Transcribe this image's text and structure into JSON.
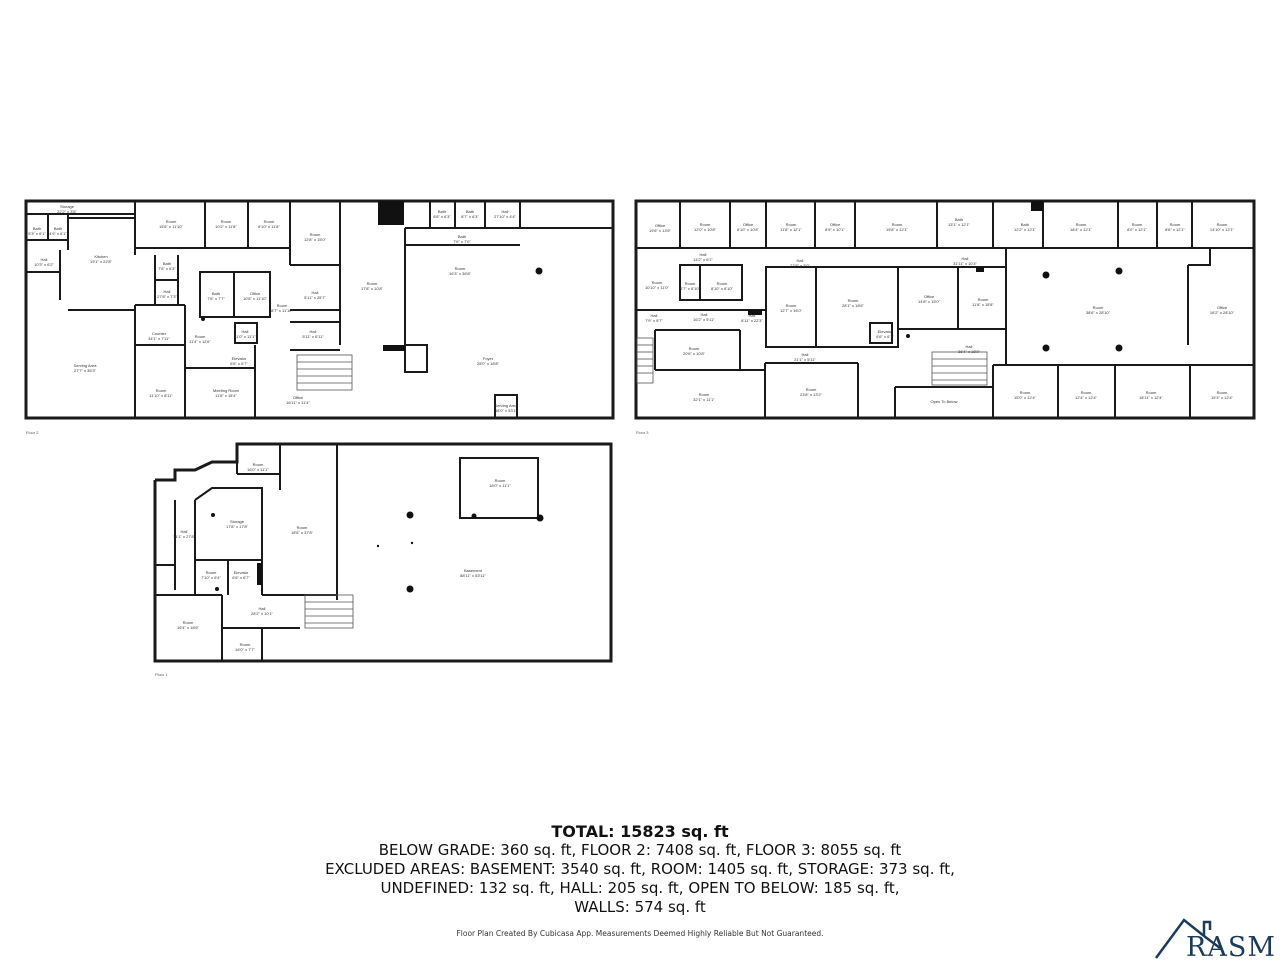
{
  "floors": {
    "floor2": {
      "label": "Floor 2",
      "rooms": [
        {
          "name": "Storage",
          "dims": "22'2\" x 3'6\""
        },
        {
          "name": "Bath",
          "dims": "5'3\" x 6'1\""
        },
        {
          "name": "Bath",
          "dims": "4'9\" x 6'1\""
        },
        {
          "name": "Hall",
          "dims": "10'3\" x 6'2\""
        },
        {
          "name": "Kitchen",
          "dims": "19'1\" x 22'8\""
        },
        {
          "name": "Serving Area",
          "dims": "27'7\" x 35'3\""
        },
        {
          "name": "Room",
          "dims": "15'6\" x 11'10\""
        },
        {
          "name": "Room",
          "dims": "10'2\" x 11'8\""
        },
        {
          "name": "Room",
          "dims": "8'10\" x 11'8\""
        },
        {
          "name": "Room",
          "dims": "12'8\" x 15'0\""
        },
        {
          "name": "Bath",
          "dims": "7'6\" x 6'3\""
        },
        {
          "name": "Bath",
          "dims": "8'6\" x 6'3\""
        },
        {
          "name": "Bath",
          "dims": "8'7\" x 6'3\""
        },
        {
          "name": "Hall",
          "dims": "27'10\" x 4'4\""
        },
        {
          "name": "Bath",
          "dims": "7'6\" x 7'0\""
        },
        {
          "name": "Hall",
          "dims": "27'8\" x 7'3\""
        },
        {
          "name": "Bath",
          "dims": "7'6\" x 7'7\""
        },
        {
          "name": "Office",
          "dims": "10'8\" x 11'10\""
        },
        {
          "name": "Room",
          "dims": "8'7\" x 11'10\""
        },
        {
          "name": "Hall",
          "dims": "5'11\" x 25'7\""
        },
        {
          "name": "Room",
          "dims": "17'8\" x 10'8\""
        },
        {
          "name": "Room",
          "dims": "16'3\" x 36'8\""
        },
        {
          "name": "Counter",
          "dims": "34'1\" x 7'11\""
        },
        {
          "name": "Room",
          "dims": "11'4\" x 12'6\""
        },
        {
          "name": "Hall",
          "dims": "11'0\" x 11'1\""
        },
        {
          "name": "Elevator",
          "dims": "6'6\" x 6'7\""
        },
        {
          "name": "Hall",
          "dims": "5'11\" x 6'11\""
        },
        {
          "name": "Room",
          "dims": "11'10\" x 8'11\""
        },
        {
          "name": "Meeting Room",
          "dims": "11'8\" x 15'4\""
        },
        {
          "name": "Office",
          "dims": "16'11\" x 11'4\""
        },
        {
          "name": "Foyer",
          "dims": "28'0\" x 18'8\""
        },
        {
          "name": "Serving Area",
          "dims": "58'0\" x 53'1\""
        },
        {
          "name": "Entry",
          "dims": "5'6\" x 5'9\""
        }
      ]
    },
    "floor3": {
      "label": "Floor 3",
      "rooms": [
        {
          "name": "Office",
          "dims": "19'6\" x 13'6\""
        },
        {
          "name": "Room",
          "dims": "12'0\" x 10'8\""
        },
        {
          "name": "Office",
          "dims": "8'10\" x 10'8\""
        },
        {
          "name": "Room",
          "dims": "11'8\" x 12'1\""
        },
        {
          "name": "Office",
          "dims": "8'9\" x 10'1\""
        },
        {
          "name": "Room",
          "dims": "19'8\" x 12'1\""
        },
        {
          "name": "Bath",
          "dims": "13'1\" x 12'1\""
        },
        {
          "name": "Bath",
          "dims": "12'2\" x 12'1\""
        },
        {
          "name": "Room",
          "dims": "18'4\" x 12'1\""
        },
        {
          "name": "Room",
          "dims": "8'0\" x 12'1\""
        },
        {
          "name": "Room",
          "dims": "8'6\" x 12'1\""
        },
        {
          "name": "Room",
          "dims": "14'10\" x 12'1\""
        },
        {
          "name": "Hall",
          "dims": "14'2\" x 6'1\""
        },
        {
          "name": "Hall",
          "dims": "27'8\" x 3'0\""
        },
        {
          "name": "Hall",
          "dims": "31'11\" x 10'3\""
        },
        {
          "name": "Room",
          "dims": "10'10\" x 11'0\""
        },
        {
          "name": "Room",
          "dims": "6'7\" x 8'10\""
        },
        {
          "name": "Room",
          "dims": "8'10\" x 8'10\""
        },
        {
          "name": "Room",
          "dims": "12'7\" x 16'0\""
        },
        {
          "name": "Room",
          "dims": "28'1\" x 18'6\""
        },
        {
          "name": "Office",
          "dims": "14'8\" x 15'0\""
        },
        {
          "name": "Room",
          "dims": "11'8\" x 15'8\""
        },
        {
          "name": "Room",
          "dims": "38'6\" x 28'10\""
        },
        {
          "name": "Office",
          "dims": "16'2\" x 28'10\""
        },
        {
          "name": "Hall",
          "dims": "7'9\" x 9'7\""
        },
        {
          "name": "Hall",
          "dims": "16'2\" x 5'11\""
        },
        {
          "name": "Hall",
          "dims": "8'11\" x 22'3\""
        },
        {
          "name": "Elevator",
          "dims": "6'6\" x 6'7\""
        },
        {
          "name": "Room",
          "dims": "20'6\" x 10'8\""
        },
        {
          "name": "Hall",
          "dims": "21'1\" x 5'11\""
        },
        {
          "name": "Hall",
          "dims": "36'4\" x 18'0\""
        },
        {
          "name": "Room",
          "dims": "32'1\" x 11'1\""
        },
        {
          "name": "Room",
          "dims": "23'8\" x 13'2\""
        },
        {
          "name": "Open To Below",
          "dims": ""
        },
        {
          "name": "Room",
          "dims": "15'0\" x 12'4\""
        },
        {
          "name": "Room",
          "dims": "12'4\" x 12'4\""
        },
        {
          "name": "Room",
          "dims": "18'11\" x 12'4\""
        },
        {
          "name": "Room",
          "dims": "15'3\" x 12'4\""
        }
      ]
    },
    "floor1": {
      "label": "Floor 1",
      "rooms": [
        {
          "name": "Room",
          "dims": "16'0\" x 11'1\""
        },
        {
          "name": "Room",
          "dims": "18'0\" x 11'1\""
        },
        {
          "name": "Storage",
          "dims": "17'8\" x 17'8\""
        },
        {
          "name": "Room",
          "dims": "18'6\" x 37'8\""
        },
        {
          "name": "Hall",
          "dims": "14'1\" x 27'8\""
        },
        {
          "name": "Room",
          "dims": "7'10\" x 6'4\""
        },
        {
          "name": "Elevator",
          "dims": "6'6\" x 6'7\""
        },
        {
          "name": "Basement",
          "dims": "88'11\" x 53'11\""
        },
        {
          "name": "Hall",
          "dims": "28'2\" x 10'1\""
        },
        {
          "name": "Room",
          "dims": "16'4\" x 18'6\""
        },
        {
          "name": "Room",
          "dims": "16'0\" x 7'7\""
        }
      ]
    }
  },
  "summary": {
    "total": "TOTAL: 15823 sq. ft",
    "line1": "BELOW GRADE: 360 sq. ft, FLOOR 2: 7408 sq. ft, FLOOR 3: 8055 sq. ft",
    "line2": "EXCLUDED AREAS: BASEMENT: 3540 sq. ft, ROOM: 1405 sq. ft, STORAGE: 373 sq. ft,",
    "line3": "UNDEFINED: 132 sq. ft, HALL: 205 sq. ft, OPEN TO BELOW: 185 sq. ft,",
    "line4": "WALLS: 574 sq. ft"
  },
  "credit": "Floor Plan Created By Cubicasa App. Measurements Deemed Highly Reliable But Not Guaranteed.",
  "logo": {
    "text": "RASM",
    "color": "#1b3a5c",
    "icon": "house-roof-icon"
  }
}
